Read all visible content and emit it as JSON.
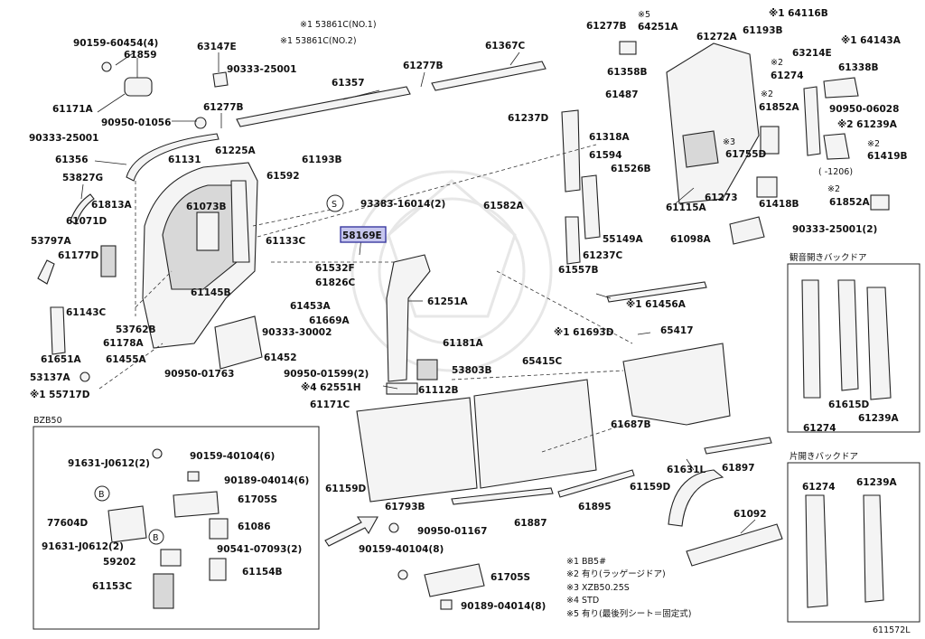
{
  "diagram_code": "611572L",
  "highlighted_part": "58169E",
  "section_labels": {
    "bzb50": "BZB50",
    "kannon_door": "観音開きバックドア",
    "katabiraki_door": "片開きバックドア"
  },
  "variant_range": "( -1206)",
  "legend": [
    "※1 BB5#",
    "※2 有り(ラッゲージドア)",
    "※3 XZB50.25S",
    "※4 STD",
    "※5 有り(最後列シート＝固定式)"
  ],
  "labels": {
    "p1": "90159-60454(4)",
    "p2": "61859",
    "p3": "63147E",
    "p4": "※1 53861C(NO.1)",
    "p5": "※1 53861C(NO.2)",
    "p6": "61367C",
    "p7": "61277B",
    "p8": "※5",
    "p9": "64251A",
    "p10": "61272A",
    "p11": "※1 64116B",
    "p12": "61193B",
    "p13": "※1 64143A",
    "p14": "90333-25001",
    "p15": "61277B",
    "p16": "61358B",
    "p17": "※2",
    "p18": "63214E",
    "p19": "61274",
    "p20": "61338B",
    "p21": "61357",
    "p22": "61171A",
    "p23": "90950-01056",
    "p24": "61277B",
    "p25": "61487",
    "p26": "※2",
    "p27": "61852A",
    "p28": "90950-06028",
    "p29": "90333-25001",
    "p30": "61356",
    "p31": "61225A",
    "p32": "61237D",
    "p33": "※2 61239A",
    "p34": "61318A",
    "p35": "※3",
    "p36": "61755D",
    "p37": "※2",
    "p38": "61419B",
    "p39": "61131",
    "p40": "61193B",
    "p41": "61594",
    "p42": "61526B",
    "p43": "53827G",
    "p44": "61592",
    "p45": "61273",
    "p46": "61418B",
    "p47": "※2",
    "p48": "61852A",
    "p49": "61813A",
    "p50": "61073B",
    "p51": "93383-16014(2)",
    "p52": "61582A",
    "p53": "61115A",
    "p54": "61071D",
    "p55": "61133C",
    "p56": "58169E",
    "p57": "55149A",
    "p58": "90333-25001(2)",
    "p59": "53797A",
    "p60": "61177D",
    "p61": "61237C",
    "p62": "61098A",
    "p63": "61532F",
    "p64": "61826C",
    "p65": "61557B",
    "p66": "61251A",
    "p67": "※1 61456A",
    "p68": "61145B",
    "p69": "61453A",
    "p70": "61143C",
    "p71": "61669A",
    "p72": "53762B",
    "p73": "90333-30002",
    "p74": "※1 61693D",
    "p75": "65417",
    "p76": "61178A",
    "p77": "61181A",
    "p78": "61651A",
    "p79": "61455A",
    "p80": "61452",
    "p81": "65415C",
    "p82": "53803B",
    "p83": "53137A",
    "p84": "90950-01763",
    "p85": "90950-01599(2)",
    "p86": "※4 62551H",
    "p87": "※1 55717D",
    "p88": "61112B",
    "p89": "61171C",
    "p90": "61687B",
    "p91": "61615D",
    "p92": "61239A",
    "p93": "61274",
    "p94": "91631-J0612(2)",
    "p95": "90159-40104(6)",
    "p96": "90189-04014(6)",
    "p97": "61705S",
    "p98": "61631L",
    "p99": "61897",
    "p100": "61159D",
    "p101": "61159D",
    "p102": "61793B",
    "p103": "77604D",
    "p104": "61086",
    "p105": "90950-01167",
    "p106": "61887",
    "p107": "61895",
    "p108": "61092",
    "p109": "91631-J0612(2)",
    "p110": "90541-07093(2)",
    "p111": "59202",
    "p112": "61154B",
    "p113": "61153C",
    "p114": "90159-40104(8)",
    "p115": "61705S",
    "p116": "90189-04014(8)",
    "p117": "61274",
    "p118": "61239A"
  },
  "callouts": {
    "b1": "B",
    "b2": "B",
    "s1": "S"
  },
  "colors": {
    "highlight": "#c6c6ee",
    "line": "#222222"
  }
}
